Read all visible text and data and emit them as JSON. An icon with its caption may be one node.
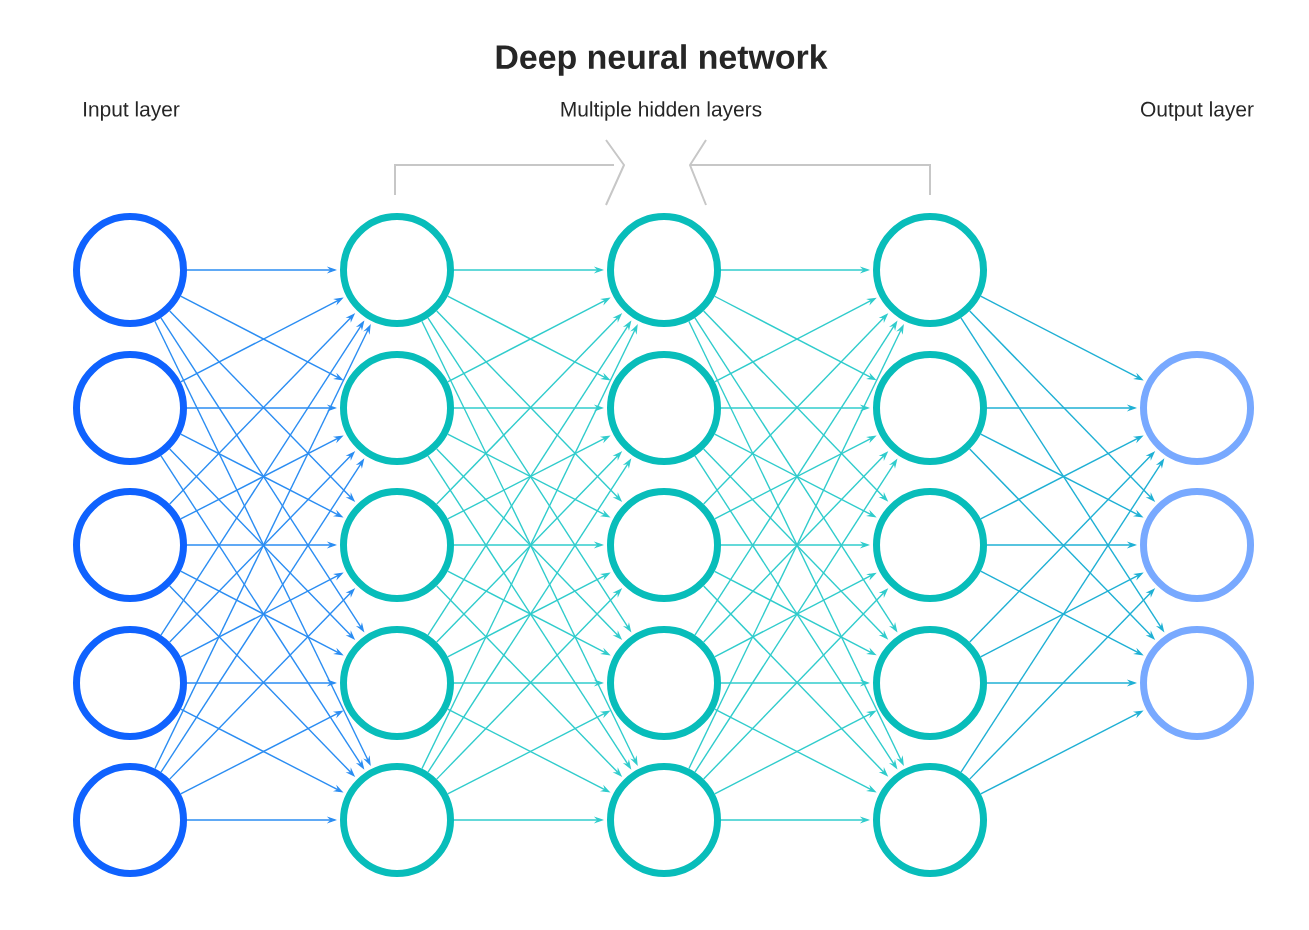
{
  "diagram": {
    "title": "Deep neural network",
    "nodes": [
      {
        "text": [],
        "shape": "circle"
      },
      {
        "text": [],
        "shape": "circle"
      },
      {
        "text": [],
        "shape": "circle"
      },
      {
        "text": [],
        "shape": "circle"
      },
      {
        "text": [],
        "shape": "circle"
      },
      {
        "text": [],
        "shape": "circle"
      },
      {
        "text": [],
        "shape": "circle"
      },
      {
        "text": [],
        "shape": "circle"
      },
      {
        "text": [],
        "shape": "circle"
      },
      {
        "text": [],
        "shape": "circle"
      },
      {
        "text": [],
        "shape": "circle"
      },
      {
        "text": [],
        "shape": "circle"
      },
      {
        "text": [],
        "shape": "circle"
      },
      {
        "text": [],
        "shape": "circle"
      },
      {
        "text": [],
        "shape": "circle"
      },
      {
        "text": [],
        "shape": "circle"
      },
      {
        "text": [],
        "shape": "circle"
      },
      {
        "text": [],
        "shape": "circle"
      },
      {
        "text": [],
        "shape": "circle"
      },
      {
        "text": [],
        "shape": "circle"
      },
      {
        "text": [],
        "shape": "circle"
      },
      {
        "text": [],
        "shape": "circle"
      },
      {
        "text": [],
        "shape": "circle"
      }
    ],
    "edges": [
      {
        "from": 0,
        "to": 5,
        "arrow": "to",
        "color": "#2b8df2"
      },
      {
        "from": 0,
        "to": 6,
        "arrow": "to",
        "color": "#2b8df2"
      },
      {
        "from": 0,
        "to": 7,
        "arrow": "to",
        "color": "#2b8df2"
      },
      {
        "from": 0,
        "to": 8,
        "arrow": "to",
        "color": "#2b8df2"
      },
      {
        "from": 0,
        "to": 9,
        "arrow": "to",
        "color": "#2b8df2"
      },
      {
        "from": 1,
        "to": 5,
        "arrow": "to",
        "color": "#2b8df2"
      },
      {
        "from": 1,
        "to": 6,
        "arrow": "to",
        "color": "#2b8df2"
      },
      {
        "from": 1,
        "to": 7,
        "arrow": "to",
        "color": "#2b8df2"
      },
      {
        "from": 1,
        "to": 8,
        "arrow": "to",
        "color": "#2b8df2"
      },
      {
        "from": 1,
        "to": 9,
        "arrow": "to",
        "color": "#2b8df2"
      },
      {
        "from": 2,
        "to": 5,
        "arrow": "to",
        "color": "#2b8df2"
      },
      {
        "from": 2,
        "to": 6,
        "arrow": "to",
        "color": "#2b8df2"
      },
      {
        "from": 2,
        "to": 7,
        "arrow": "to",
        "color": "#2b8df2"
      },
      {
        "from": 2,
        "to": 8,
        "arrow": "to",
        "color": "#2b8df2"
      },
      {
        "from": 2,
        "to": 9,
        "arrow": "to",
        "color": "#2b8df2"
      },
      {
        "from": 3,
        "to": 5,
        "arrow": "to",
        "color": "#2b8df2"
      },
      {
        "from": 3,
        "to": 6,
        "arrow": "to",
        "color": "#2b8df2"
      },
      {
        "from": 3,
        "to": 7,
        "arrow": "to",
        "color": "#2b8df2"
      },
      {
        "from": 3,
        "to": 8,
        "arrow": "to",
        "color": "#2b8df2"
      },
      {
        "from": 3,
        "to": 9,
        "arrow": "to",
        "color": "#2b8df2"
      },
      {
        "from": 4,
        "to": 5,
        "arrow": "to",
        "color": "#2b8df2"
      },
      {
        "from": 4,
        "to": 6,
        "arrow": "to",
        "color": "#2b8df2"
      },
      {
        "from": 4,
        "to": 7,
        "arrow": "to",
        "color": "#2b8df2"
      },
      {
        "from": 4,
        "to": 8,
        "arrow": "to",
        "color": "#2b8df2"
      },
      {
        "from": 4,
        "to": 9,
        "arrow": "to",
        "color": "#2b8df2"
      },
      {
        "from": 5,
        "to": 10,
        "arrow": "to"
      },
      {
        "from": 5,
        "to": 11,
        "arrow": "to"
      },
      {
        "from": 5,
        "to": 12,
        "arrow": "to"
      },
      {
        "from": 5,
        "to": 13,
        "arrow": "to"
      },
      {
        "from": 5,
        "to": 14,
        "arrow": "to"
      },
      {
        "from": 6,
        "to": 10,
        "arrow": "to"
      },
      {
        "from": 6,
        "to": 11,
        "arrow": "to"
      },
      {
        "from": 6,
        "to": 12,
        "arrow": "to"
      },
      {
        "from": 6,
        "to": 13,
        "arrow": "to"
      },
      {
        "from": 6,
        "to": 14,
        "arrow": "to"
      },
      {
        "from": 7,
        "to": 10,
        "arrow": "to"
      },
      {
        "from": 7,
        "to": 11,
        "arrow": "to"
      },
      {
        "from": 7,
        "to": 12,
        "arrow": "to"
      },
      {
        "from": 7,
        "to": 13,
        "arrow": "to"
      },
      {
        "from": 7,
        "to": 14,
        "arrow": "to"
      },
      {
        "from": 8,
        "to": 10,
        "arrow": "to"
      },
      {
        "from": 8,
        "to": 11,
        "arrow": "to"
      },
      {
        "from": 8,
        "to": 12,
        "arrow": "to"
      },
      {
        "from": 8,
        "to": 13,
        "arrow": "to"
      },
      {
        "from": 8,
        "to": 14,
        "arrow": "to"
      },
      {
        "from": 9,
        "to": 10,
        "arrow": "to"
      },
      {
        "from": 9,
        "to": 11,
        "arrow": "to"
      },
      {
        "from": 9,
        "to": 12,
        "arrow": "to"
      },
      {
        "from": 9,
        "to": 13,
        "arrow": "to"
      },
      {
        "from": 9,
        "to": 14,
        "arrow": "to"
      },
      {
        "from": 10,
        "to": 15,
        "arrow": "to"
      },
      {
        "from": 10,
        "to": 16,
        "arrow": "to"
      },
      {
        "from": 10,
        "to": 17,
        "arrow": "to"
      },
      {
        "from": 10,
        "to": 18,
        "arrow": "to"
      },
      {
        "from": 10,
        "to": 19,
        "arrow": "to"
      },
      {
        "from": 11,
        "to": 15,
        "arrow": "to"
      },
      {
        "from": 11,
        "to": 16,
        "arrow": "to"
      },
      {
        "from": 11,
        "to": 17,
        "arrow": "to"
      },
      {
        "from": 11,
        "to": 18,
        "arrow": "to"
      },
      {
        "from": 11,
        "to": 19,
        "arrow": "to"
      },
      {
        "from": 12,
        "to": 15,
        "arrow": "to"
      },
      {
        "from": 12,
        "to": 16,
        "arrow": "to"
      },
      {
        "from": 12,
        "to": 17,
        "arrow": "to"
      },
      {
        "from": 12,
        "to": 18,
        "arrow": "to"
      },
      {
        "from": 12,
        "to": 19,
        "arrow": "to"
      },
      {
        "from": 13,
        "to": 15,
        "arrow": "to"
      },
      {
        "from": 13,
        "to": 16,
        "arrow": "to"
      },
      {
        "from": 13,
        "to": 17,
        "arrow": "to"
      },
      {
        "from": 13,
        "to": 18,
        "arrow": "to"
      },
      {
        "from": 13,
        "to": 19,
        "arrow": "to"
      },
      {
        "from": 14,
        "to": 15,
        "arrow": "to"
      },
      {
        "from": 14,
        "to": 16,
        "arrow": "to"
      },
      {
        "from": 14,
        "to": 17,
        "arrow": "to"
      },
      {
        "from": 14,
        "to": 18,
        "arrow": "to"
      },
      {
        "from": 14,
        "to": 19,
        "arrow": "to"
      },
      {
        "from": 15,
        "to": 20,
        "arrow": "to",
        "color": "#1fb0d4"
      },
      {
        "from": 15,
        "to": 21,
        "arrow": "to",
        "color": "#1fb0d4"
      },
      {
        "from": 15,
        "to": 22,
        "arrow": "to",
        "color": "#1fb0d4"
      },
      {
        "from": 16,
        "to": 20,
        "arrow": "to",
        "color": "#1fb0d4"
      },
      {
        "from": 16,
        "to": 21,
        "arrow": "to",
        "color": "#1fb0d4"
      },
      {
        "from": 16,
        "to": 22,
        "arrow": "to",
        "color": "#1fb0d4"
      },
      {
        "from": 17,
        "to": 20,
        "arrow": "to",
        "color": "#1fb0d4"
      },
      {
        "from": 17,
        "to": 21,
        "arrow": "to",
        "color": "#1fb0d4"
      },
      {
        "from": 17,
        "to": 22,
        "arrow": "to",
        "color": "#1fb0d4"
      },
      {
        "from": 18,
        "to": 20,
        "arrow": "to",
        "color": "#1fb0d4"
      },
      {
        "from": 18,
        "to": 21,
        "arrow": "to",
        "color": "#1fb0d4"
      },
      {
        "from": 18,
        "to": 22,
        "arrow": "to",
        "color": "#1fb0d4"
      },
      {
        "from": 19,
        "to": 20,
        "arrow": "to",
        "color": "#1fb0d4"
      },
      {
        "from": 19,
        "to": 21,
        "arrow": "to",
        "color": "#1fb0d4"
      },
      {
        "from": 19,
        "to": 22,
        "arrow": "to",
        "color": "#1fb0d4"
      }
    ],
    "labels": [
      "Input layer",
      "Multiple hidden layers",
      "Output layer"
    ]
  }
}
